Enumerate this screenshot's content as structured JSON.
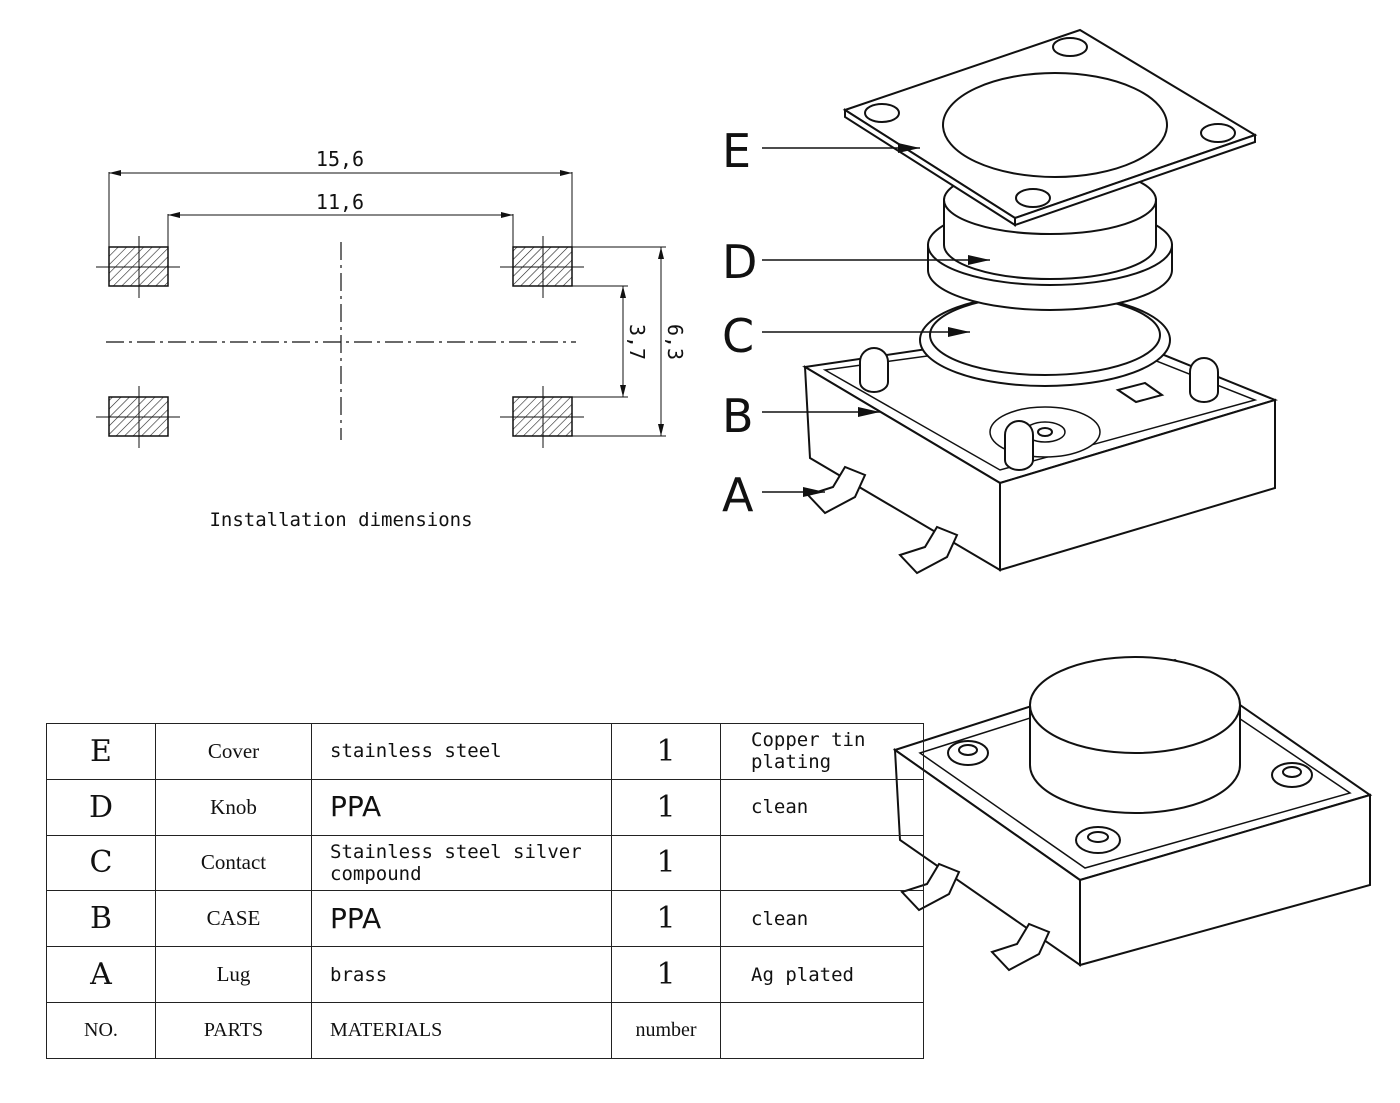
{
  "install": {
    "dim_outer_width": "15,6",
    "dim_inner_width": "11,6",
    "dim_outer_height": "6,3",
    "dim_inner_height": "3,7",
    "caption": "Installation dimensions"
  },
  "exploded": {
    "labels": [
      "E",
      "D",
      "C",
      "B",
      "A"
    ]
  },
  "bom": {
    "rows": [
      {
        "no": "E",
        "part": "Cover",
        "material": "stainless steel",
        "number": "1",
        "remark": "Copper tin plating"
      },
      {
        "no": "D",
        "part": "Knob",
        "material": "PPA",
        "number": "1",
        "remark": "clean"
      },
      {
        "no": "C",
        "part": "Contact",
        "material": "Stainless steel silver compound",
        "number": "1",
        "remark": ""
      },
      {
        "no": "B",
        "part": "CASE",
        "material": "PPA",
        "number": "1",
        "remark": "clean"
      },
      {
        "no": "A",
        "part": "Lug",
        "material": "brass",
        "number": "1",
        "remark": "Ag plated"
      }
    ],
    "header": {
      "no": "NO.",
      "part": "PARTS",
      "material": "MATERIALS",
      "number": "number",
      "remark": ""
    }
  }
}
